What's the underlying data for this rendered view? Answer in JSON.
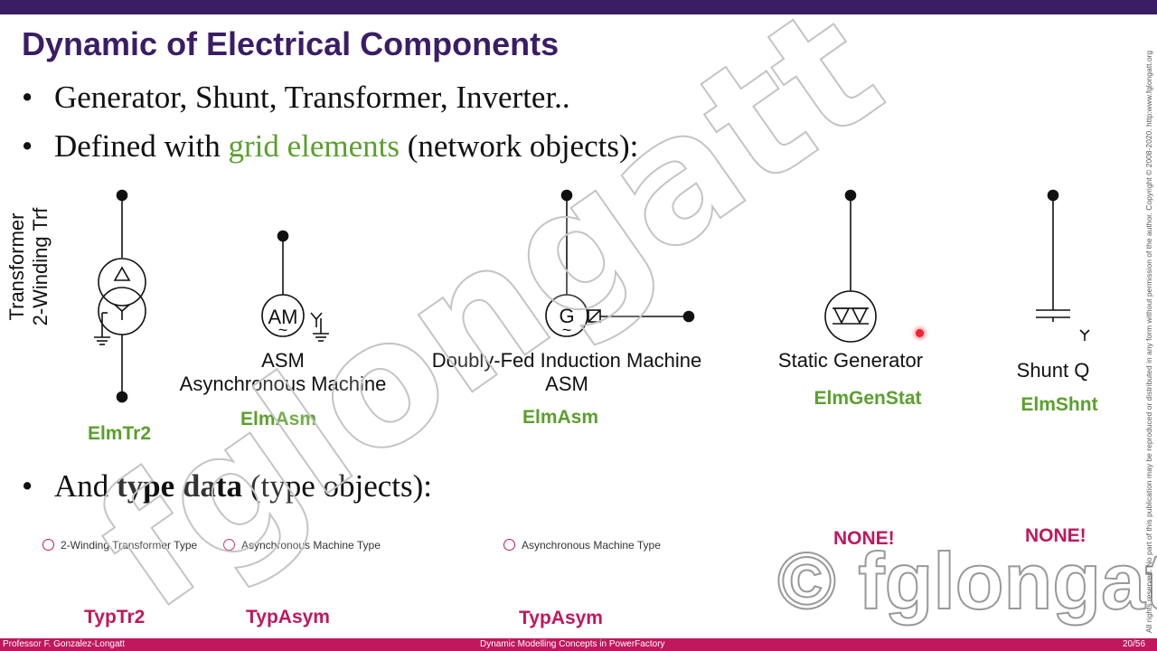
{
  "slide": {
    "title": "Dynamic of Electrical Components",
    "bullets": [
      {
        "text": "Generator, Shunt, Transformer, Inverter.."
      },
      {
        "before": "Defined with ",
        "highlight": "grid elements",
        "after": " (network objects):"
      },
      {
        "before": "And ",
        "bold": "type data",
        "after": " (type objects):"
      }
    ],
    "bullet_glyph": "•"
  },
  "components": [
    {
      "label_lines": [
        "Transformer",
        "2-Winding Trf"
      ],
      "class_name": "ElmTr2",
      "type_name": "TypTr2",
      "type_item": "2-Winding Transformer Type"
    },
    {
      "label_lines": [
        "ASM",
        "Asynchronous Machine"
      ],
      "class_name": "ElmAsm",
      "type_name": "TypAsym",
      "type_item": "Asynchronous Machine Type"
    },
    {
      "label_lines": [
        "Doubly-Fed Induction Machine",
        "ASM"
      ],
      "class_name": "ElmAsm",
      "type_name": "TypAsym",
      "type_item": "Asynchronous Machine Type"
    },
    {
      "label_lines": [
        "Static Generator"
      ],
      "class_name": "ElmGenStat",
      "type_name": "NONE!"
    },
    {
      "label_lines": [
        "Shunt Q"
      ],
      "class_name": "ElmShnt",
      "type_name": "NONE!"
    }
  ],
  "symbols": {
    "asm_text": "AM",
    "gen_text": "G",
    "tilde": "~"
  },
  "watermark": {
    "diagonal": "fglongatt",
    "bottom": "© fglongatt"
  },
  "copyright_note": "All rights reserved. No part of this publication may be reproduced or distributed in any form without permission of the author. Copyright © 2008-2020. http:www.fglongatt.org",
  "footer": {
    "left": "Professor F. Gonzalez-Longatt",
    "center": "Dynamic Modelling Concepts in PowerFactory",
    "right": "20/56"
  },
  "colors": {
    "title": "#3b1d66",
    "accent_green": "#5aa02c",
    "accent_pink": "#c0185c",
    "footer_bar": "#c0185c",
    "top_bar": "#3b1d66"
  }
}
